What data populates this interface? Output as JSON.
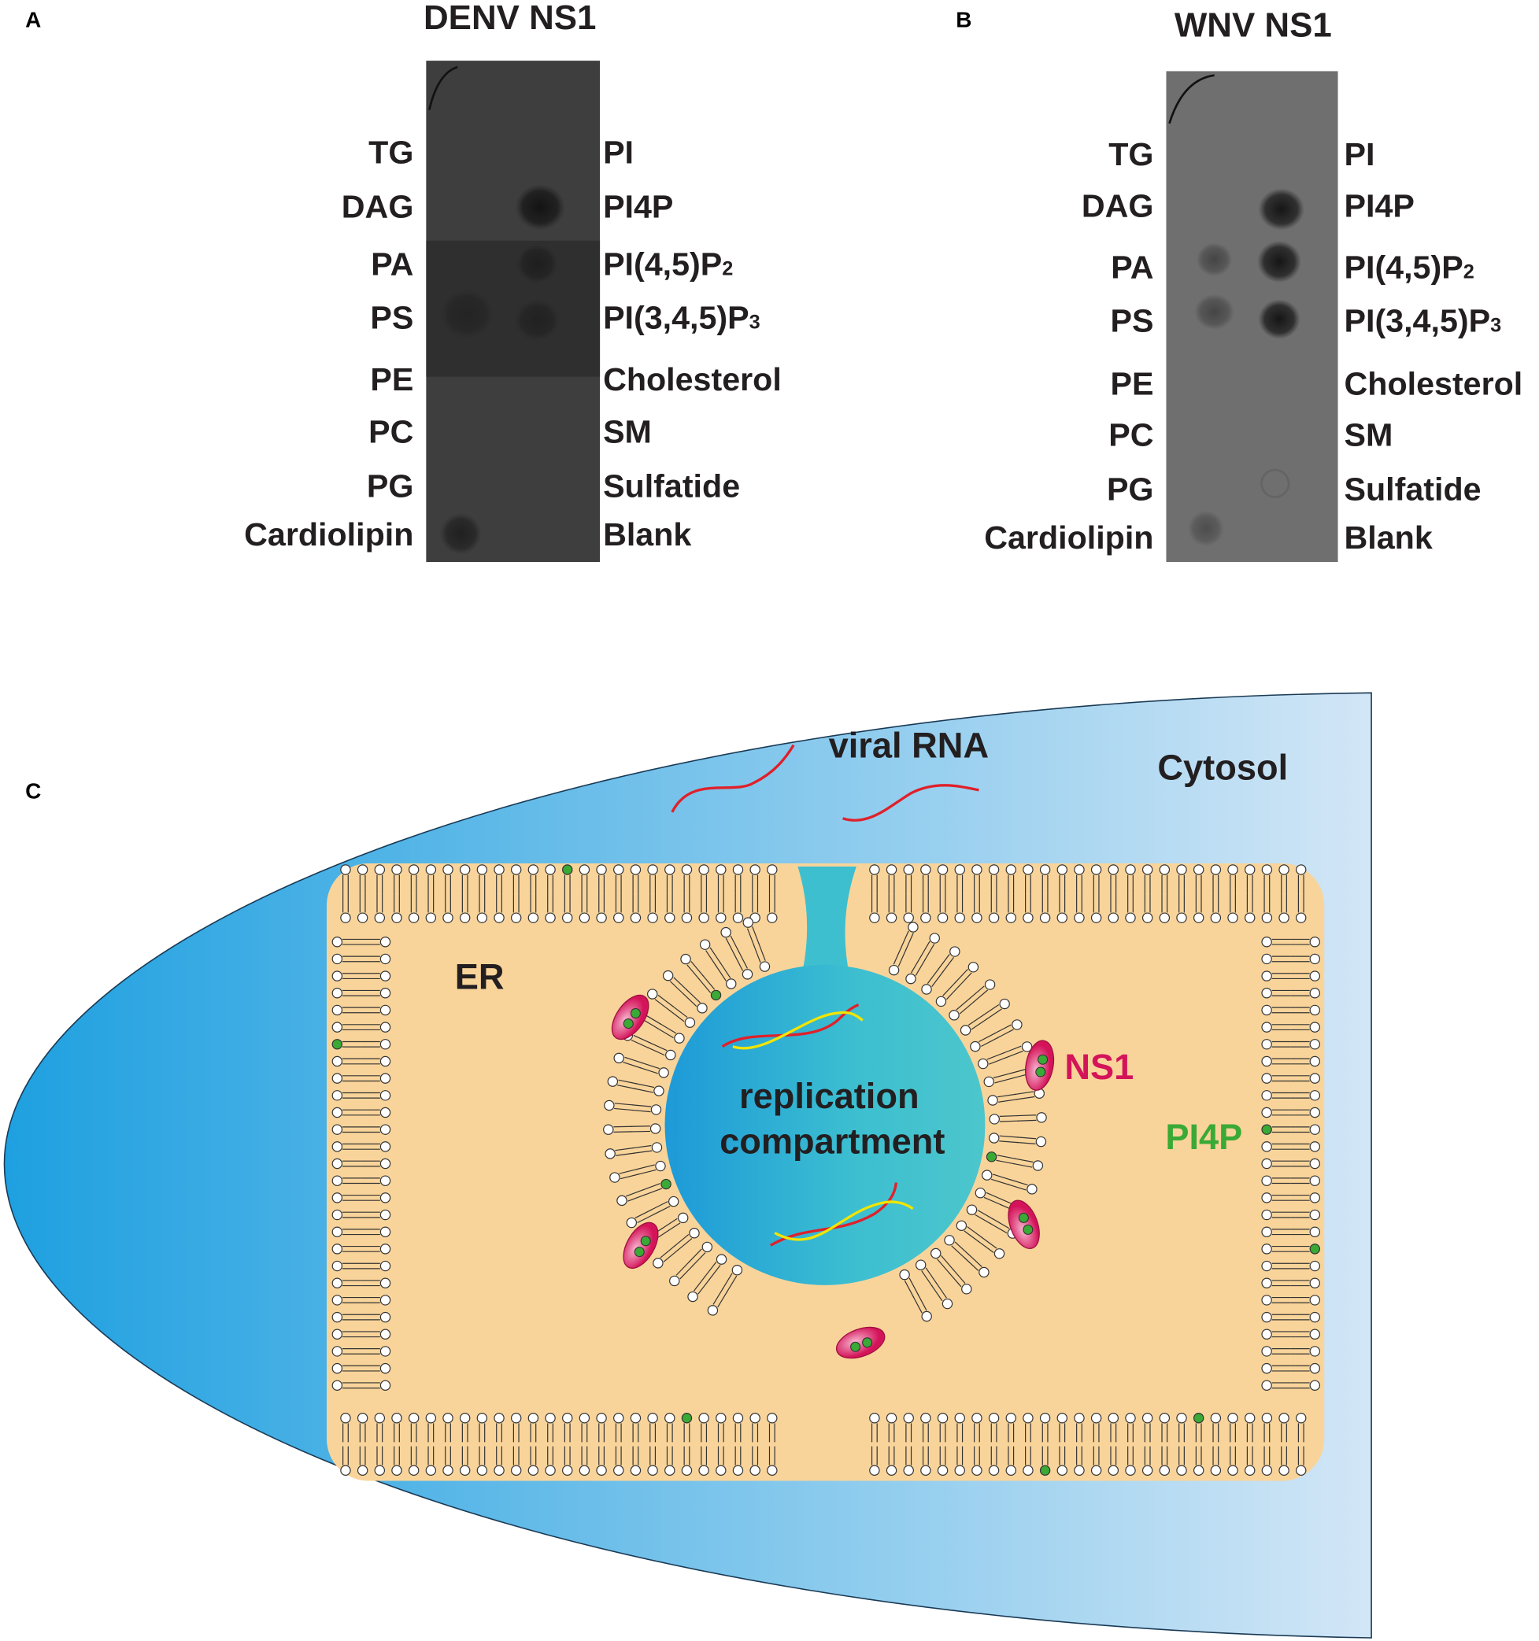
{
  "panel_a": {
    "letter": "A",
    "title": "DENV NS1",
    "left_labels": [
      "TG",
      "DAG",
      "PA",
      "PS",
      "PE",
      "PC",
      "PG",
      "Cardiolipin"
    ],
    "right_labels": [
      "PI",
      "PI4P",
      "PI(4,5)P",
      "PI(3,4,5)P",
      "Cholesterol",
      "SM",
      "Sulfatide",
      "Blank"
    ],
    "right_subscripts": [
      "",
      "",
      "2",
      "3",
      "",
      "",
      "",
      ""
    ]
  },
  "panel_b": {
    "letter": "B",
    "title": "WNV NS1",
    "left_labels": [
      "TG",
      "DAG",
      "PA",
      "PS",
      "PE",
      "PC",
      "PG",
      "Cardiolipin"
    ],
    "right_labels": [
      "PI",
      "PI4P",
      "PI(4,5)P",
      "PI(3,4,5)P",
      "Cholesterol",
      "SM",
      "Sulfatide",
      "Blank"
    ],
    "right_subscripts": [
      "",
      "",
      "2",
      "3",
      "",
      "",
      "",
      ""
    ]
  },
  "panel_c": {
    "letter": "C",
    "viral_rna": "viral RNA",
    "cytosol": "Cytosol",
    "er": "ER",
    "replication": "replication",
    "compartment": "compartment",
    "ns1": "NS1",
    "pi4p": "PI4P"
  },
  "colors": {
    "cytosol_dark": "#1ea0e0",
    "cytosol_light": "#cfe4f6",
    "er": "#f9d49a",
    "compartment": "#3dbfd0",
    "ns1": "#d4145a",
    "pi4p": "#3aa935",
    "rna": "#e0202a",
    "rna_strand2": "#f2e500"
  }
}
